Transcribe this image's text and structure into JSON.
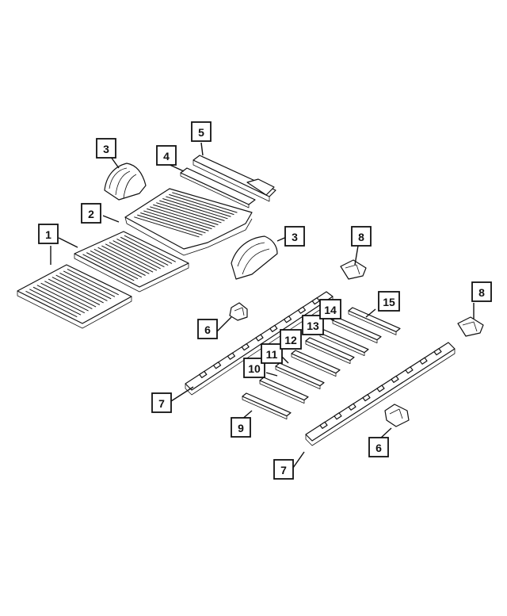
{
  "callouts": [
    {
      "label": "1"
    },
    {
      "label": "2"
    },
    {
      "label": "3"
    },
    {
      "label": "3"
    },
    {
      "label": "4"
    },
    {
      "label": "5"
    },
    {
      "label": "6"
    },
    {
      "label": "6"
    },
    {
      "label": "7"
    },
    {
      "label": "7"
    },
    {
      "label": "8"
    },
    {
      "label": "8"
    },
    {
      "label": "9"
    },
    {
      "label": "10"
    },
    {
      "label": "11"
    },
    {
      "label": "12"
    },
    {
      "label": "13"
    },
    {
      "label": "14"
    },
    {
      "label": "15"
    }
  ]
}
